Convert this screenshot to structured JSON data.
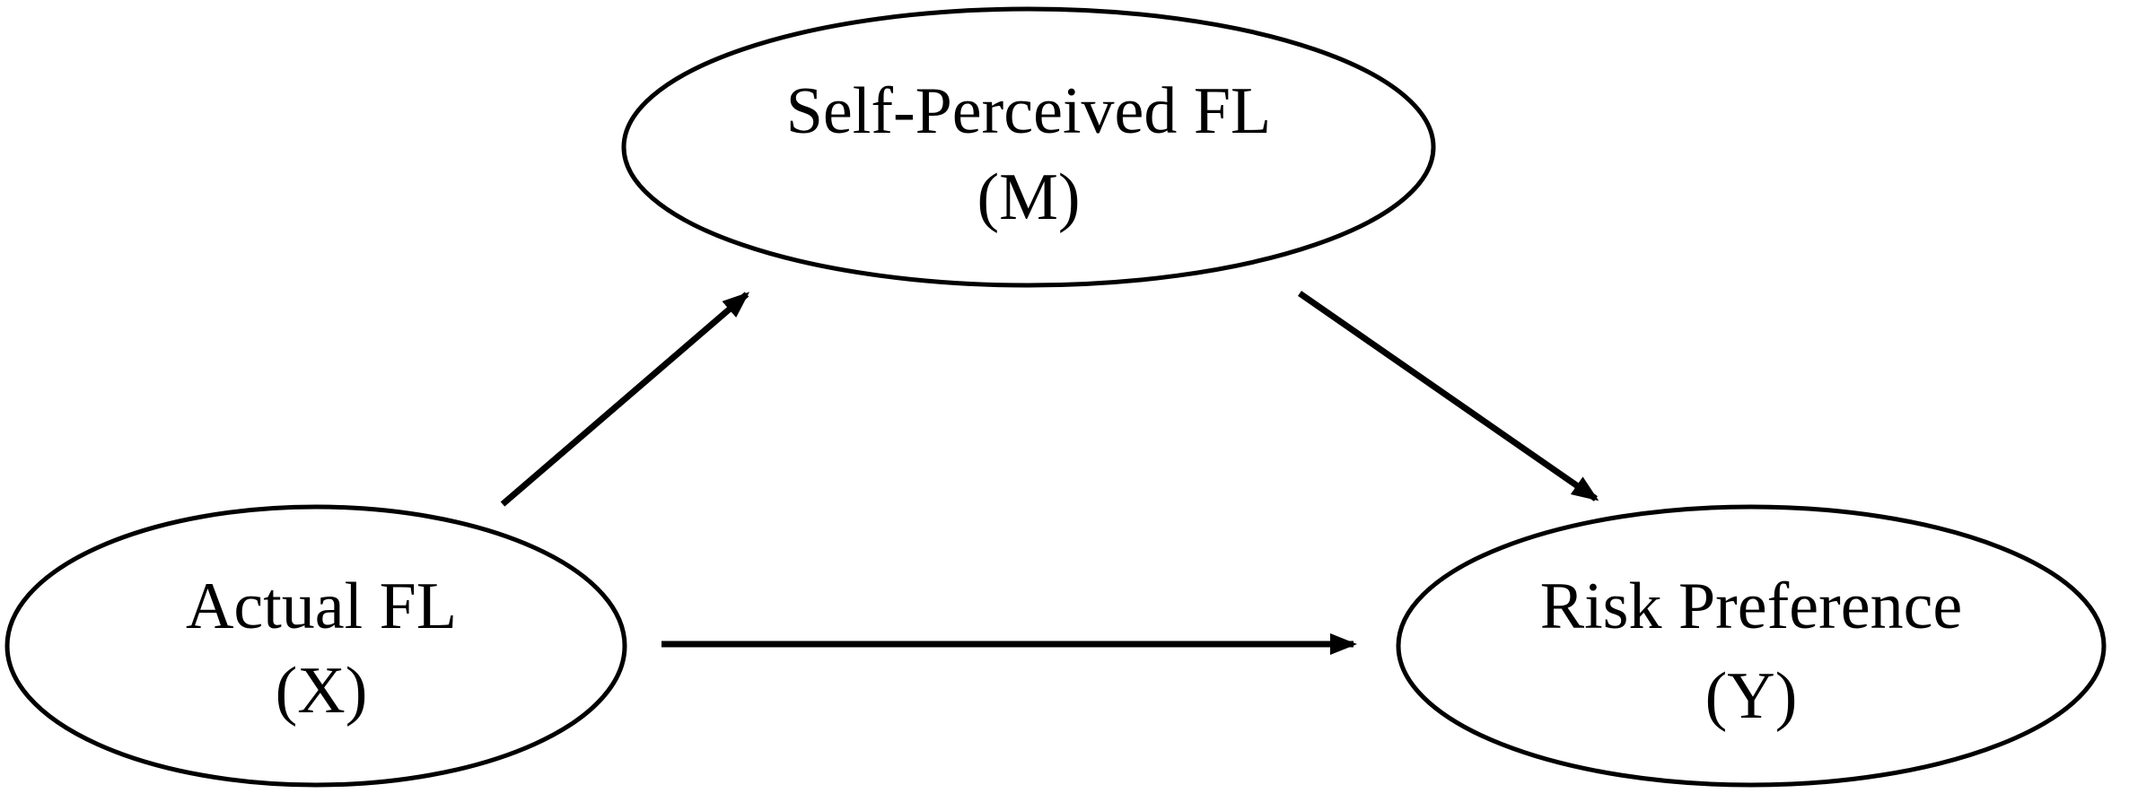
{
  "nodes": {
    "mediator": {
      "label": "Self-Perceived FL",
      "symbol": "(M)"
    },
    "predictor": {
      "label": "Actual FL",
      "symbol": "(X)"
    },
    "outcome": {
      "label": "Risk Preference",
      "symbol": "(Y)"
    }
  },
  "edges": [
    {
      "from": "predictor",
      "to": "mediator"
    },
    {
      "from": "mediator",
      "to": "outcome"
    },
    {
      "from": "predictor",
      "to": "outcome"
    }
  ],
  "colors": {
    "stroke": "#000000",
    "fill": "#ffffff"
  }
}
